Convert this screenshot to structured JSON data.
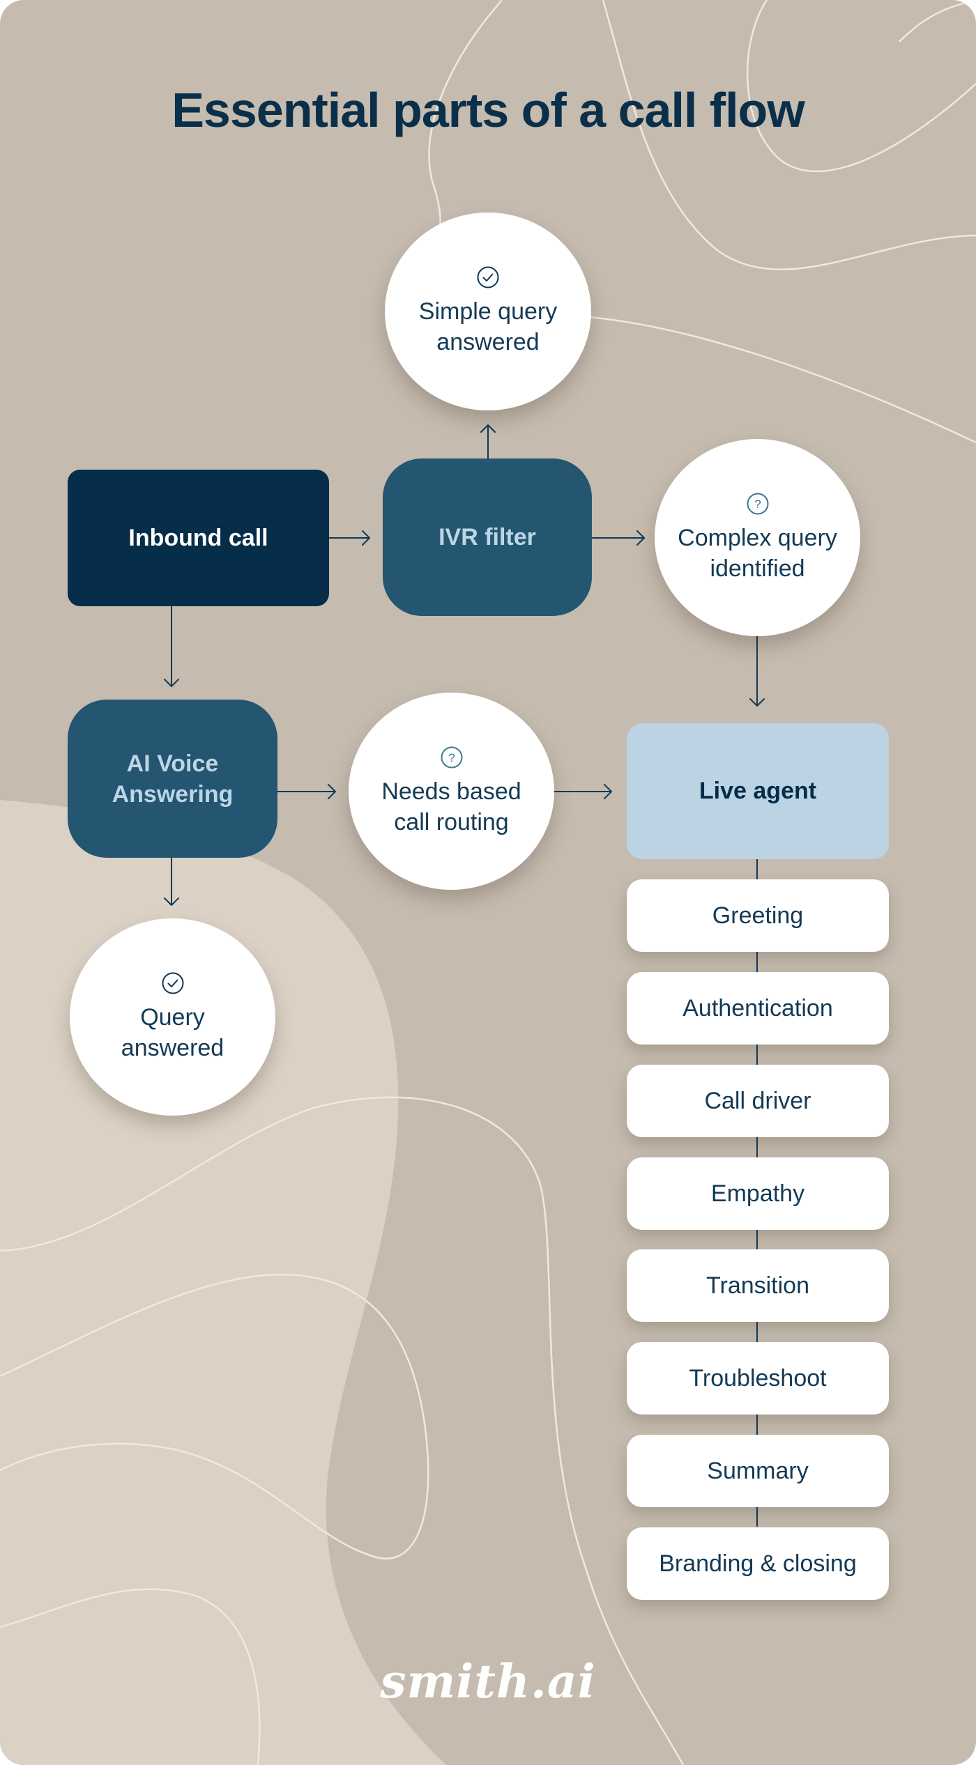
{
  "title": "Essential parts of a call flow",
  "nodes": {
    "inbound_call": "Inbound call",
    "ivr_filter": "IVR filter",
    "simple_query": [
      "Simple query",
      "answered"
    ],
    "complex_query": [
      "Complex query",
      "identified"
    ],
    "ai_voice": [
      "AI Voice",
      "Answering"
    ],
    "needs_routing": [
      "Needs based",
      "call routing"
    ],
    "query_answered": [
      "Query",
      "answered"
    ],
    "live_agent": "Live agent"
  },
  "live_agent_steps": [
    "Greeting",
    "Authentication",
    "Call driver",
    "Empathy",
    "Transition",
    "Troubleshoot",
    "Summary",
    "Branding & closing"
  ],
  "icons": {
    "simple_query": "check-circle-icon",
    "complex_query": "question-circle-icon",
    "needs_routing": "question-circle-icon",
    "query_answered": "check-circle-icon"
  },
  "colors": {
    "background": "#c5bbae",
    "background_light": "#dbd1c5",
    "dark_navy": "#062d49",
    "mid_blue": "#245571",
    "light_blue": "#bbd3e3",
    "text_navy": "#133a55"
  },
  "logo": "smith.ai"
}
